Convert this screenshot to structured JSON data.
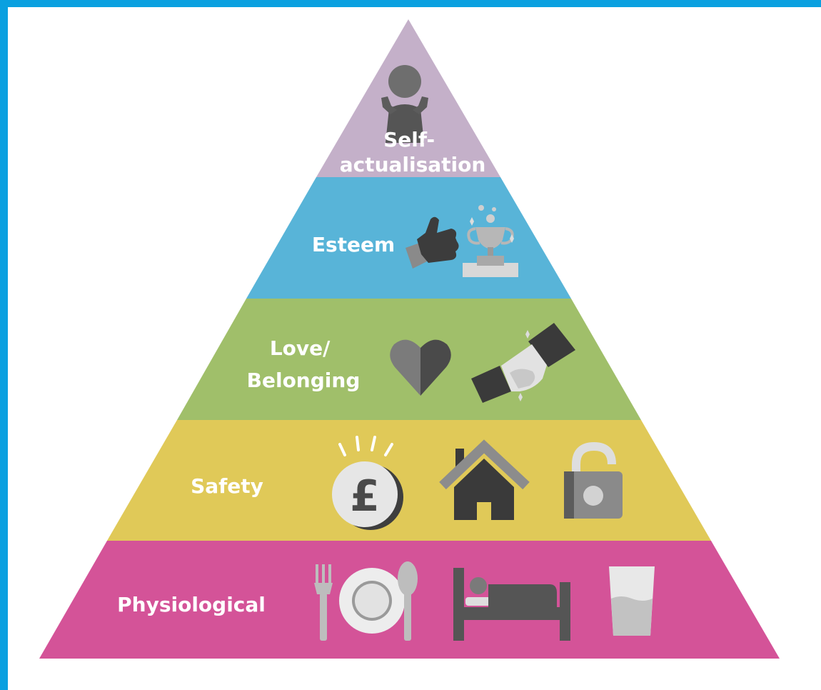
{
  "diagram": {
    "colors": {
      "frame": "#0aa0e0",
      "background": "#ffffff",
      "self_actualisation": "#c4b0c9",
      "esteem": "#58b4d8",
      "love_belonging": "#a0bf6a",
      "safety": "#e0c958",
      "physiological": "#d45398",
      "icon_dark": "#3a3a3a",
      "icon_mid": "#7b7b7b",
      "icon_light": "#d6d6d6"
    },
    "levels": [
      {
        "key": "self_actualisation",
        "label_lines": [
          "Self-",
          "actualisation"
        ],
        "icons": [
          "person-arms-raised-icon"
        ]
      },
      {
        "key": "esteem",
        "label_lines": [
          "Esteem"
        ],
        "icons": [
          "thumbs-up-icon",
          "trophy-podium-icon"
        ]
      },
      {
        "key": "love_belonging",
        "label_lines": [
          "Love/",
          "Belonging"
        ],
        "icons": [
          "heart-icon",
          "handshake-icon"
        ]
      },
      {
        "key": "safety",
        "label_lines": [
          "Safety"
        ],
        "icons": [
          "pound-coin-icon",
          "house-icon",
          "padlock-icon"
        ]
      },
      {
        "key": "physiological",
        "label_lines": [
          "Physiological"
        ],
        "icons": [
          "fork-icon",
          "plate-icon",
          "spoon-icon",
          "bed-icon",
          "water-glass-icon"
        ]
      }
    ]
  }
}
